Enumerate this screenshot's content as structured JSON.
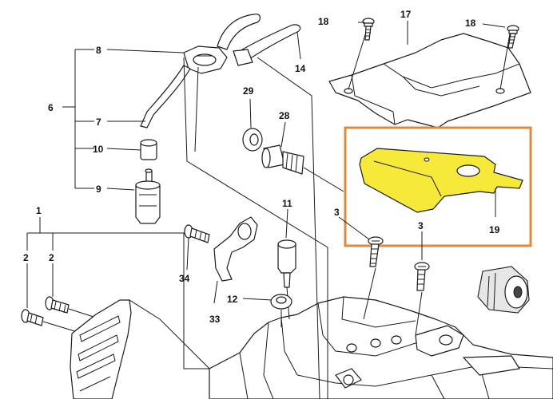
{
  "labels": {
    "l1": "1",
    "l2a": "2",
    "l2b": "2",
    "l3a": "3",
    "l3b": "3",
    "l6": "6",
    "l7": "7",
    "l8": "8",
    "l9": "9",
    "l10": "10",
    "l11": "11",
    "l12": "12",
    "l14": "14",
    "l17": "17",
    "l18a": "18",
    "l18b": "18",
    "l19": "19",
    "l28": "28",
    "l29": "29",
    "l33": "33",
    "l34": "34"
  },
  "highlight": {
    "part": "19",
    "fill_color": "#f7e93a",
    "box_color": "#e0893a"
  }
}
